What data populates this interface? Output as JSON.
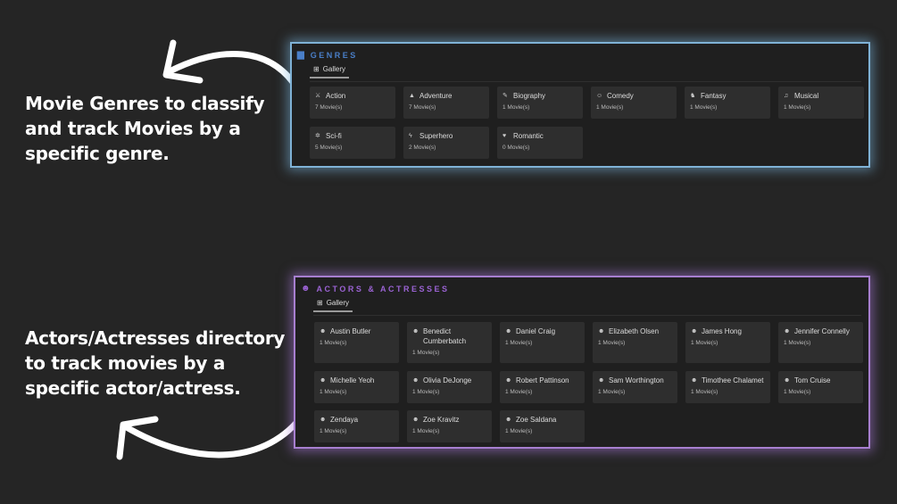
{
  "captions": {
    "genres": [
      "Movie Genres to classify",
      "and track Movies by a",
      "specific genre."
    ],
    "actors": [
      "Actors/Actresses directory",
      "to track movies by a",
      "specific actor/actress."
    ]
  },
  "genres": {
    "title": "GENRES",
    "icon": "database-icon",
    "accent": "#4a7fc8",
    "tab": "Gallery",
    "items": [
      {
        "icon": "action-icon",
        "glyph": "⚔",
        "name": "Action",
        "count": "7 Movie(s)"
      },
      {
        "icon": "mountain-icon",
        "glyph": "▲",
        "name": "Adventure",
        "count": "7 Movie(s)"
      },
      {
        "icon": "edit-icon",
        "glyph": "✎",
        "name": "Biography",
        "count": "1 Movie(s)"
      },
      {
        "icon": "smile-icon",
        "glyph": "☺",
        "name": "Comedy",
        "count": "1 Movie(s)"
      },
      {
        "icon": "dragon-icon",
        "glyph": "♞",
        "name": "Fantasy",
        "count": "1 Movie(s)"
      },
      {
        "icon": "music-note-icon",
        "glyph": "♫",
        "name": "Musical",
        "count": "1 Movie(s)"
      },
      {
        "icon": "atom-icon",
        "glyph": "✲",
        "name": "Sci-fi",
        "count": "5 Movie(s)"
      },
      {
        "icon": "bolt-icon",
        "glyph": "ϟ",
        "name": "Superhero",
        "count": "2 Movie(s)"
      },
      {
        "icon": "heart-icon",
        "glyph": "♥",
        "name": "Romantic",
        "count": "0 Movie(s)"
      }
    ]
  },
  "actors": {
    "title": "ACTORS & ACTRESSES",
    "icon": "theater-mask-icon",
    "accent": "#9b63d4",
    "tab": "Gallery",
    "items": [
      {
        "name": "Austin Butler",
        "count": "1 Movie(s)"
      },
      {
        "name": "Benedict Cumberbatch",
        "count": "1 Movie(s)"
      },
      {
        "name": "Daniel Craig",
        "count": "1 Movie(s)"
      },
      {
        "name": "Elizabeth Olsen",
        "count": "1 Movie(s)"
      },
      {
        "name": "James Hong",
        "count": "1 Movie(s)"
      },
      {
        "name": "Jennifer Connelly",
        "count": "1 Movie(s)"
      },
      {
        "name": "Michelle Yeoh",
        "count": "1 Movie(s)"
      },
      {
        "name": "Olivia DeJonge",
        "count": "1 Movie(s)"
      },
      {
        "name": "Robert Pattinson",
        "count": "1 Movie(s)"
      },
      {
        "name": "Sam Worthington",
        "count": "1 Movie(s)"
      },
      {
        "name": "Timothee Chalamet",
        "count": "1 Movie(s)"
      },
      {
        "name": "Tom Cruise",
        "count": "1 Movie(s)"
      },
      {
        "name": "Zendaya",
        "count": "1 Movie(s)"
      },
      {
        "name": "Zoe Kravitz",
        "count": "1 Movie(s)"
      },
      {
        "name": "Zoe Saldana",
        "count": "1 Movie(s)"
      }
    ]
  }
}
